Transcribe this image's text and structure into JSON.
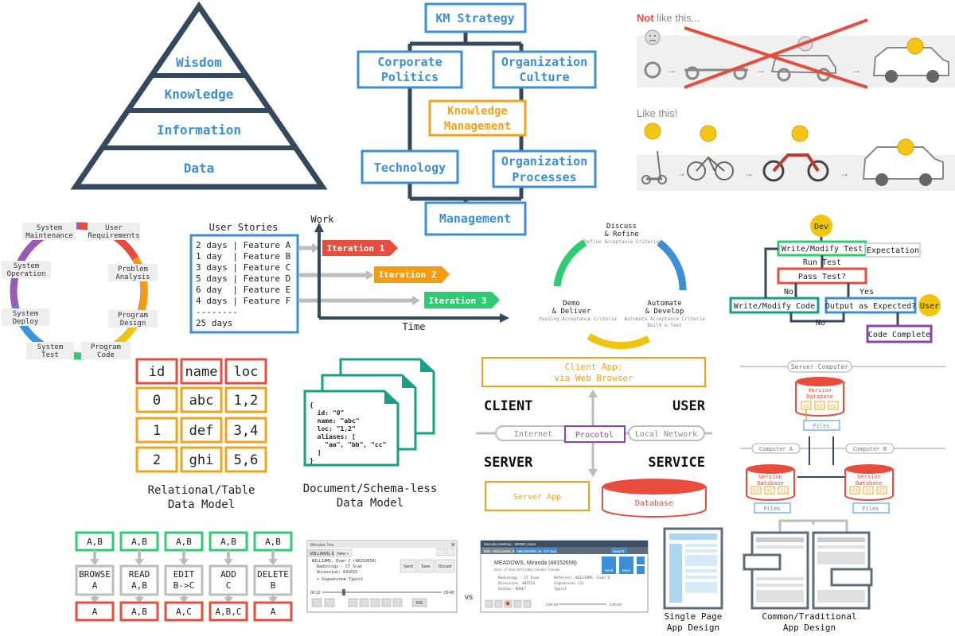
{
  "colors": {
    "navy": "#34495e",
    "blue": "#3a8fd6",
    "orange": "#f1a31c",
    "green": "#2ecc71",
    "red": "#e74c3c",
    "purple": "#8e44ad",
    "teal": "#16a085",
    "gray": "#bdbdbd"
  },
  "pyramid": {
    "levels": [
      "Wisdom",
      "Knowledge",
      "Information",
      "Data"
    ]
  },
  "km": {
    "strategy": "KM Strategy",
    "politics": [
      "Corporate",
      "Politics"
    ],
    "culture": [
      "Organization",
      "Culture"
    ],
    "center": [
      "Knowledge",
      "Management"
    ],
    "technology": "Technology",
    "processes": [
      "Organization",
      "Processes"
    ],
    "management": "Management"
  },
  "mvp": {
    "not_label_strong": "Not",
    "not_label_rest": " like this...",
    "like_label": "Like this!"
  },
  "sdlc": {
    "phases": [
      [
        "User",
        "Requirements"
      ],
      [
        "Problem",
        "Analysis"
      ],
      [
        "Program",
        "Design"
      ],
      [
        "Program",
        "Code"
      ],
      [
        "System",
        "Test"
      ],
      [
        "System",
        "Deploy"
      ],
      [
        "System",
        "Operation"
      ],
      [
        "System",
        "Maintenance"
      ]
    ]
  },
  "stories": {
    "title": "User Stories",
    "rows": [
      "2 days | Feature A",
      "1 day  | Feature B",
      "3 days | Feature C",
      "5 days | Feature D",
      "6 day  | Feature E",
      "4 days | Feature F"
    ],
    "separator": "--------",
    "total": "25 days",
    "y_axis": "Work",
    "x_axis": "Time",
    "iterations": [
      "Iteration 1",
      "Iteration 2",
      "Iteration 3"
    ]
  },
  "bdd": {
    "top": {
      "title": [
        "Discuss",
        "& Refine"
      ],
      "sub": "Define Acceptance Criteria"
    },
    "right": {
      "title": [
        "Automate",
        "& Develop"
      ],
      "sub": [
        "Automate Acceptance Criteria",
        "Build & Test"
      ]
    },
    "left": {
      "title": [
        "Demo",
        "& Deliver"
      ],
      "sub": "Passing Acceptance Criteria"
    }
  },
  "tdd": {
    "dev": "Dev",
    "user": "User",
    "write_test": "Write/Modify Test",
    "expectation": "Expectation",
    "run_test": "Run Test",
    "pass_test": "Pass Test?",
    "no": "No",
    "yes": "Yes",
    "write_code": "Write/Modify Code",
    "output": "Output as Expected?",
    "no2": "No",
    "complete": "Code Complete"
  },
  "relational": {
    "header": [
      "id",
      "name",
      "loc"
    ],
    "rows": [
      [
        "0",
        "abc",
        "1,2"
      ],
      [
        "1",
        "def",
        "3,4"
      ],
      [
        "2",
        "ghi",
        "5,6"
      ]
    ],
    "caption": [
      "Relational/Table",
      "Data Model"
    ]
  },
  "document": {
    "lines": [
      "{",
      "  id: \"0\"",
      "  name: \"abc\"",
      "  loc: \"1,2\"",
      "  aliases: [",
      "    \"aa\", \"bb\", \"cc\"",
      "  ]",
      "}"
    ],
    "caption": [
      "Document/Schema-less",
      "Data Model"
    ]
  },
  "client_server": {
    "client_app": [
      "Client App:",
      "via Web Browser"
    ],
    "client": "CLIENT",
    "user": "USER",
    "internet": "Internet",
    "protocol": "Procotol",
    "local_network": "Local Network",
    "server": "SERVER",
    "service": "SERVICE",
    "server_app": "Server App",
    "database": "Database"
  },
  "vcs": {
    "server_computer": "Server Computer",
    "computer_a": "Computer A",
    "computer_b": "Computer B",
    "version_db": [
      "Version",
      "Database"
    ],
    "versions": [
      "V3",
      "V2",
      "V1"
    ],
    "files": "Files"
  },
  "rest": {
    "tops": [
      "A,B",
      "A,B",
      "A,B",
      "A,B",
      "A,B"
    ],
    "ops": [
      [
        "BROWSE",
        "A"
      ],
      [
        "READ",
        "A,B"
      ],
      [
        "EDIT",
        "B->C"
      ],
      [
        "ADD",
        "C"
      ],
      [
        "DELETE",
        "B"
      ]
    ],
    "bottoms": [
      "A",
      "A,B",
      "A,C",
      "A,B,C",
      "A"
    ]
  },
  "mock_left": {
    "title": "Miecube Text",
    "tab_name": "WILLIAMS, E",
    "tab_new": "New +",
    "patient": "WILLIAMS, Evan J (48152659)",
    "line2": "Radiology - CT Scan",
    "line3": "Accession: 641615",
    "signatures": "+ Signatures",
    "typist": "+ Typist",
    "buttons": [
      "Send",
      "Save",
      "Discard"
    ],
    "time_start": "00:12",
    "time_end": "00:45",
    "ins": "INS"
  },
  "vs": "vs",
  "mock_right": {
    "title": "Miecube Desktop - DEMO Users",
    "tab1": "MIS - WILLIAMS, E",
    "tab2": "MEADOWS, M - CT Sca",
    "patient": "MEADOWS, Miranda (48152659)",
    "born": "Born: 17 Sep 1974 (39y)    Gender: Female",
    "rows_left": [
      "Radiology - CT Scan",
      "Accession: 481524",
      "Status: DRAFT"
    ],
    "rows_right": [
      "Referrer: WILLIAMS, Evan G",
      "Signatures (1)",
      "Typist"
    ],
    "search": "Search",
    "send": "Send",
    "save": "Save",
    "time_start": "0:00.00",
    "time_end": "0:00.00"
  },
  "app_design": {
    "spa": [
      "Single Page",
      "App Design"
    ],
    "traditional": [
      "Common/Traditional",
      "App Design"
    ]
  }
}
